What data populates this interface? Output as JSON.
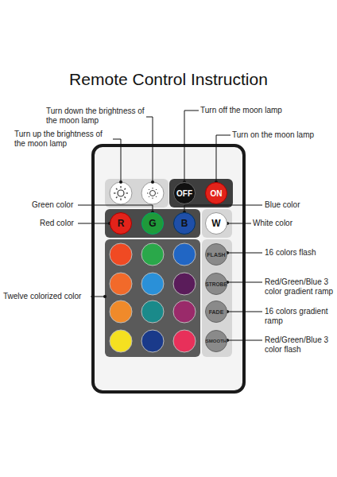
{
  "diagram": {
    "title": "Remote Control Instruction",
    "nodes": [
      {
        "text": [
          "OFF"
        ]
      },
      {
        "text": [
          "ON"
        ]
      },
      {
        "text": [
          "R"
        ]
      },
      {
        "text": [
          "G"
        ]
      },
      {
        "text": [
          "B"
        ]
      },
      {
        "text": [
          "W"
        ]
      },
      {
        "text": [
          "FLASH"
        ]
      },
      {
        "text": [
          "STROBE"
        ]
      },
      {
        "text": [
          "FADE"
        ]
      },
      {
        "text": [
          "SMOOTH"
        ]
      }
    ],
    "labels": [
      "Turn down the brightness of the moon lamp",
      "Turn off the moon lamp",
      "Turn on the moon lamp",
      "Turn up the brightness of the moon lamp",
      "Green color",
      "Blue color",
      "Red color",
      "White color",
      "16 colors flash",
      "Twelve colorized color",
      "Red/Green/Blue 3 color gradient ramp",
      "16 colors gradient ramp",
      "Red/Green/Blue 3 color flash"
    ]
  }
}
